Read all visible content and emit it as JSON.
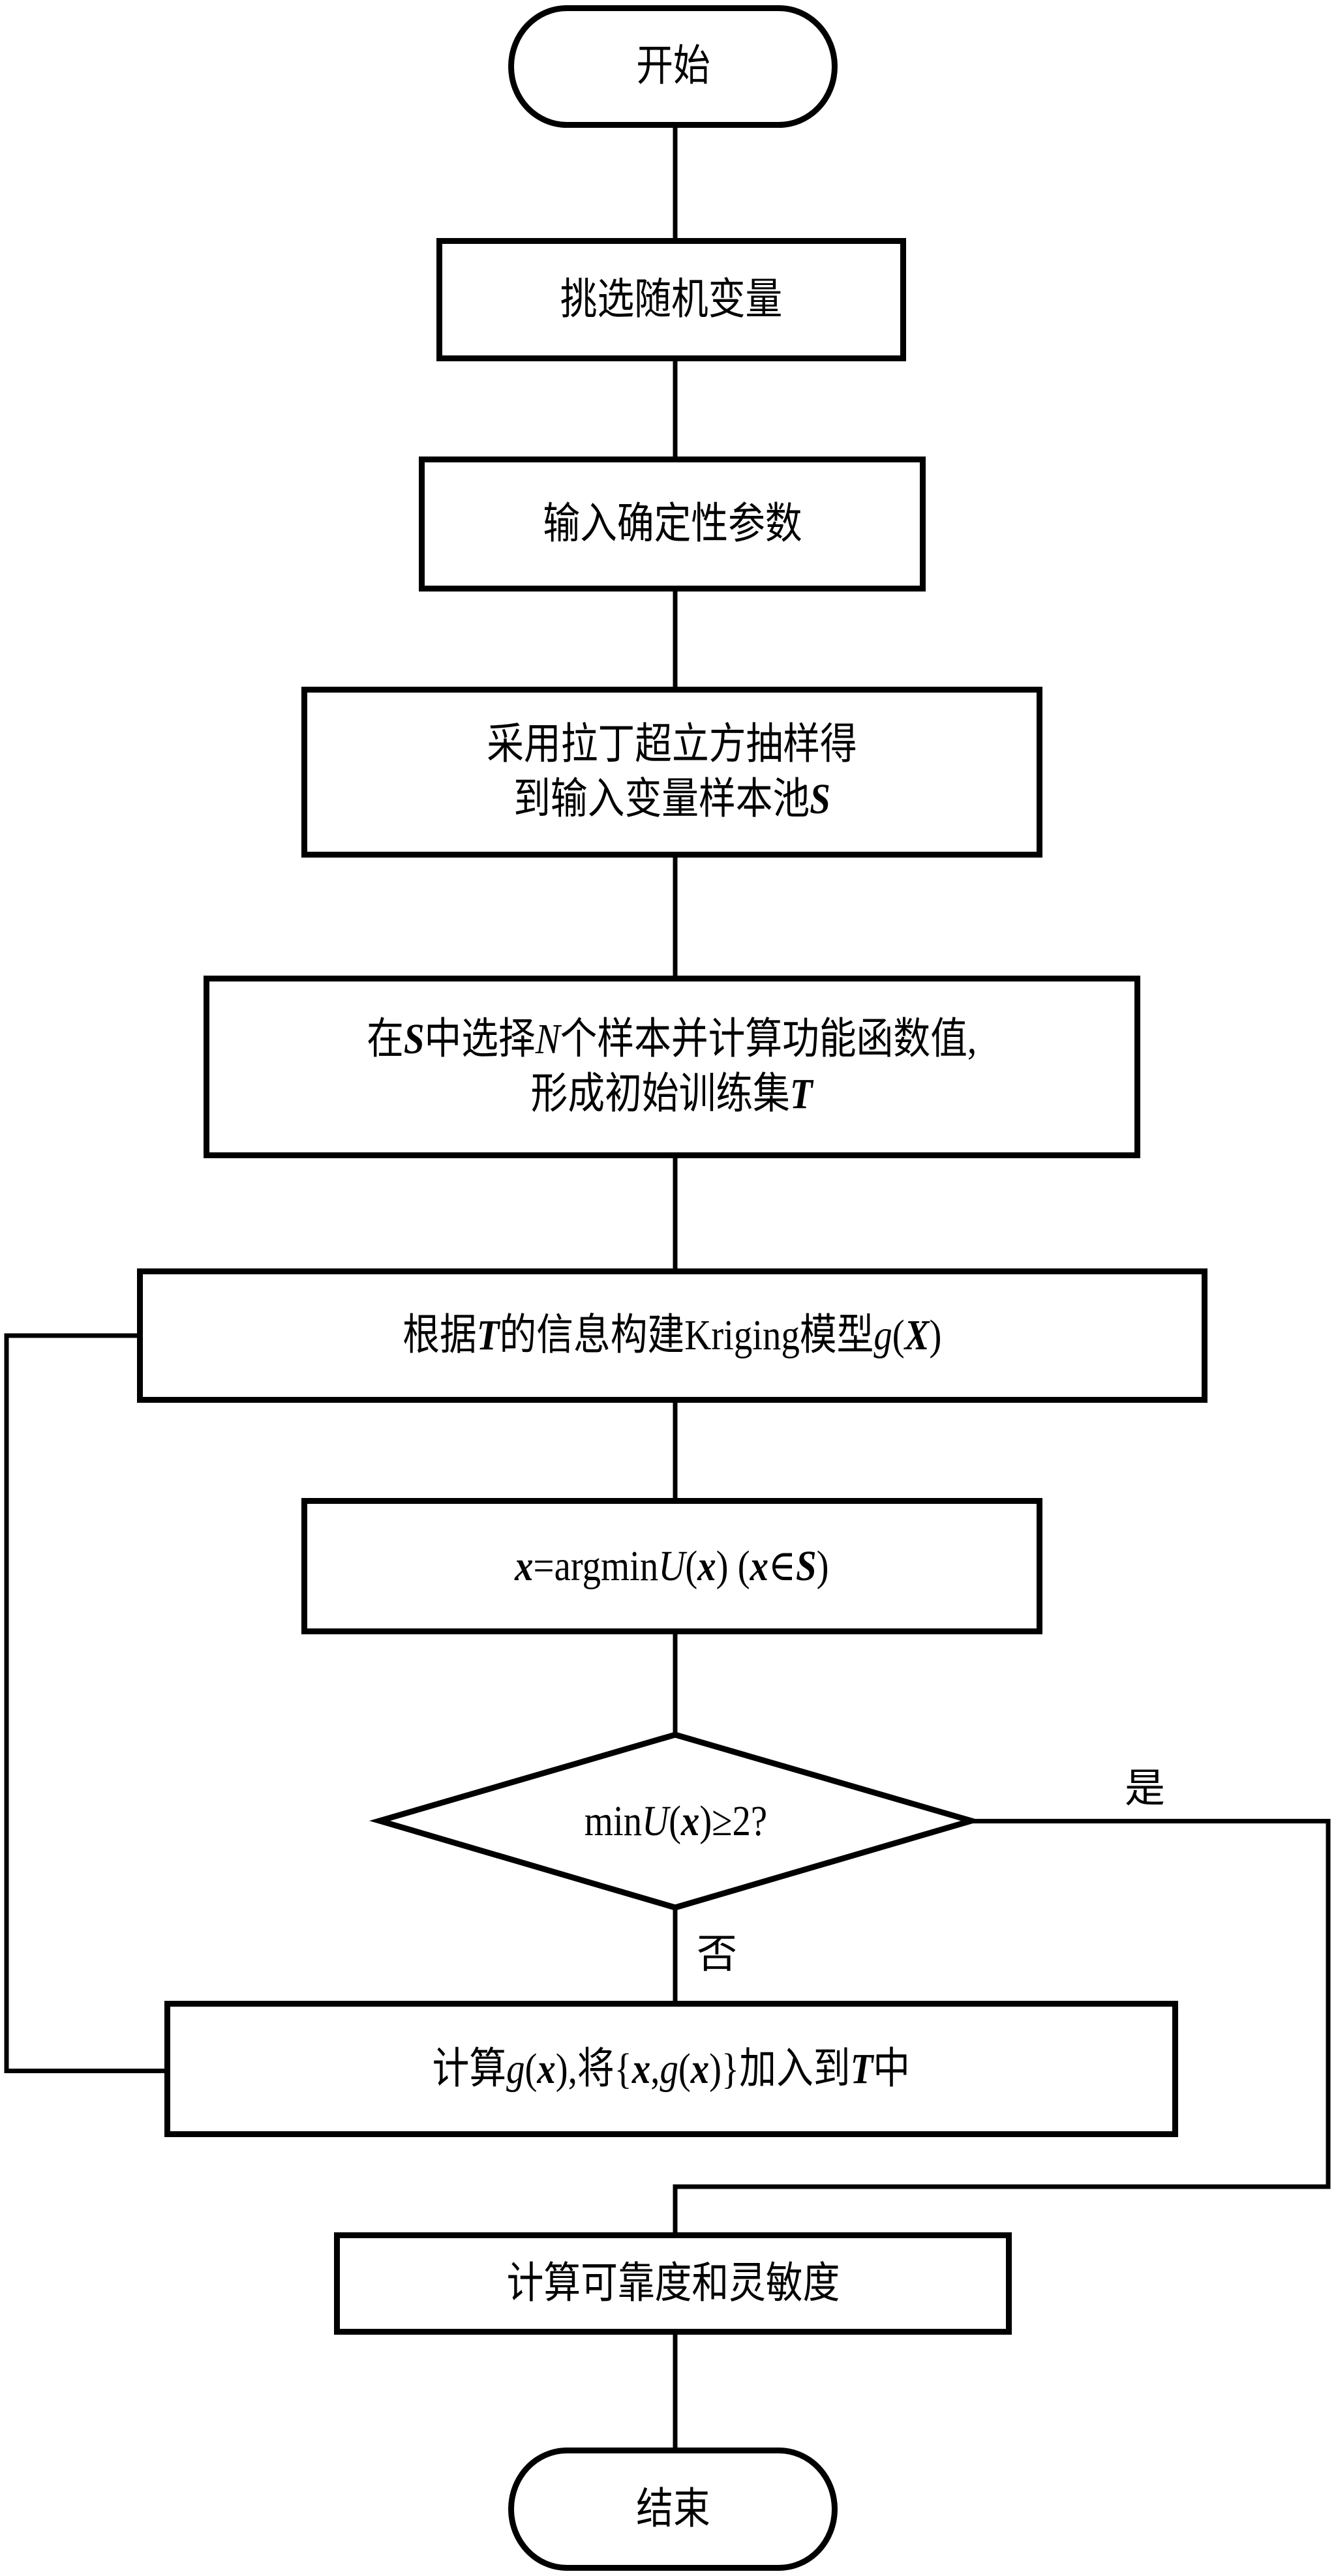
{
  "diagram": {
    "type": "flowchart",
    "colors": {
      "stroke": "#000000",
      "fill": "#ffffff",
      "text": "#000000"
    },
    "nodes": [
      {
        "id": "start",
        "shape": "terminal",
        "lines": [
          [
            {
              "t": "开始",
              "s": ""
            }
          ]
        ]
      },
      {
        "id": "select-vars",
        "shape": "process",
        "lines": [
          [
            {
              "t": "挑选随机变量",
              "s": ""
            }
          ]
        ]
      },
      {
        "id": "input-params",
        "shape": "process",
        "lines": [
          [
            {
              "t": "输入确定性参数",
              "s": ""
            }
          ]
        ]
      },
      {
        "id": "lhs-sampling",
        "shape": "process",
        "lines": [
          [
            {
              "t": "采用拉丁超立方抽样得",
              "s": ""
            }
          ],
          [
            {
              "t": "到输入变量样本池",
              "s": ""
            },
            {
              "t": "S",
              "s": "bi"
            }
          ]
        ]
      },
      {
        "id": "initial-training",
        "shape": "process",
        "lines": [
          [
            {
              "t": "在",
              "s": ""
            },
            {
              "t": "S",
              "s": "bi"
            },
            {
              "t": "中选择",
              "s": ""
            },
            {
              "t": "N",
              "s": "i"
            },
            {
              "t": "个样本并计算功能函数值,",
              "s": ""
            }
          ],
          [
            {
              "t": "形成初始训练集",
              "s": ""
            },
            {
              "t": "T",
              "s": "bi"
            }
          ]
        ]
      },
      {
        "id": "build-kriging",
        "shape": "process",
        "lines": [
          [
            {
              "t": "根据",
              "s": ""
            },
            {
              "t": "T",
              "s": "bi"
            },
            {
              "t": "的信息构建Kriging模型",
              "s": ""
            },
            {
              "t": "g",
              "s": "i"
            },
            {
              "t": "(",
              "s": ""
            },
            {
              "t": "X",
              "s": "bi"
            },
            {
              "t": ")",
              "s": ""
            }
          ]
        ]
      },
      {
        "id": "argmin-u",
        "shape": "process",
        "lines": [
          [
            {
              "t": "x",
              "s": "bi"
            },
            {
              "t": "=argmin",
              "s": ""
            },
            {
              "t": "U",
              "s": "i"
            },
            {
              "t": "(",
              "s": ""
            },
            {
              "t": "x",
              "s": "bi"
            },
            {
              "t": ")  (",
              "s": ""
            },
            {
              "t": "x",
              "s": "bi"
            },
            {
              "t": "∈",
              "s": ""
            },
            {
              "t": "S",
              "s": "bi"
            },
            {
              "t": ")",
              "s": ""
            }
          ]
        ]
      },
      {
        "id": "check-u",
        "shape": "decision",
        "lines": [
          [
            {
              "t": "min",
              "s": ""
            },
            {
              "t": "U",
              "s": "i"
            },
            {
              "t": "(",
              "s": ""
            },
            {
              "t": "x",
              "s": "bi"
            },
            {
              "t": ")≥2?",
              "s": ""
            }
          ]
        ]
      },
      {
        "id": "update-training",
        "shape": "process",
        "lines": [
          [
            {
              "t": "计算",
              "s": ""
            },
            {
              "t": "g",
              "s": "i"
            },
            {
              "t": "(",
              "s": ""
            },
            {
              "t": "x",
              "s": "bi"
            },
            {
              "t": "),将{",
              "s": ""
            },
            {
              "t": "x",
              "s": "bi"
            },
            {
              "t": ",",
              "s": ""
            },
            {
              "t": "g",
              "s": "i"
            },
            {
              "t": "(",
              "s": ""
            },
            {
              "t": "x",
              "s": "bi"
            },
            {
              "t": ")}加入到",
              "s": ""
            },
            {
              "t": "T",
              "s": "bi"
            },
            {
              "t": "中",
              "s": ""
            }
          ]
        ]
      },
      {
        "id": "compute-reliability",
        "shape": "process",
        "lines": [
          [
            {
              "t": "计算可靠度和灵敏度",
              "s": ""
            }
          ]
        ]
      },
      {
        "id": "end",
        "shape": "terminal",
        "lines": [
          [
            {
              "t": "结束",
              "s": ""
            }
          ]
        ]
      }
    ],
    "edges": [
      {
        "from": "start",
        "to": "select-vars",
        "label": ""
      },
      {
        "from": "select-vars",
        "to": "input-params",
        "label": ""
      },
      {
        "from": "input-params",
        "to": "lhs-sampling",
        "label": ""
      },
      {
        "from": "lhs-sampling",
        "to": "initial-training",
        "label": ""
      },
      {
        "from": "initial-training",
        "to": "build-kriging",
        "label": ""
      },
      {
        "from": "build-kriging",
        "to": "argmin-u",
        "label": ""
      },
      {
        "from": "argmin-u",
        "to": "check-u",
        "label": ""
      },
      {
        "from": "check-u",
        "to": "update-training",
        "label": "否"
      },
      {
        "from": "check-u",
        "to": "compute-reliability",
        "label": "是"
      },
      {
        "from": "update-training",
        "to": "build-kriging",
        "label": ""
      },
      {
        "from": "compute-reliability",
        "to": "end",
        "label": ""
      }
    ],
    "edge_labels": {
      "yes": "是",
      "no": "否"
    }
  }
}
